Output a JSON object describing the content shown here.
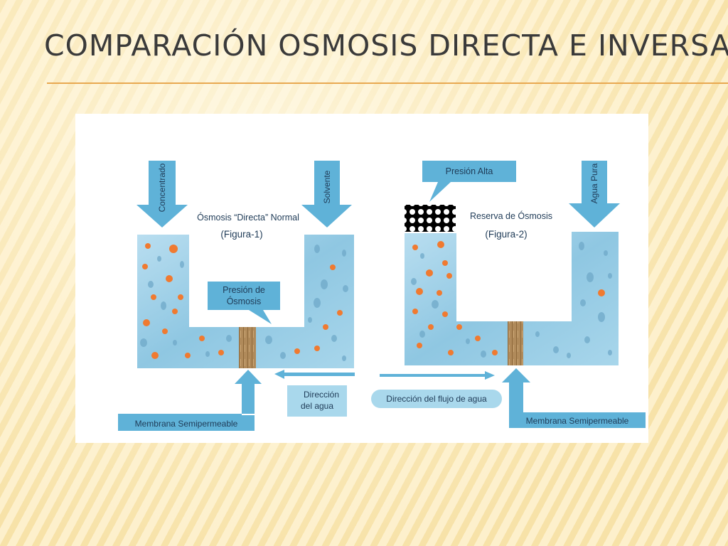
{
  "slide": {
    "title": "COMPARACIÓN OSMOSIS DIRECTA E INVERSA"
  },
  "figure1": {
    "caption_line1": "Ósmosis “Directa” Normal",
    "caption_line2": "(Figura-1)",
    "arrow_left_label": "Concentrado",
    "arrow_right_label": "Solvente",
    "bubble_line1": "Presión de",
    "bubble_line2": "Ósmosis",
    "direction_line1": "Dirección",
    "direction_line2": "del agua",
    "membrane_label": "Membrana Semipermeable"
  },
  "figure2": {
    "caption_line1": "Reserva de Ósmosis",
    "caption_line2": "(Figura-2)",
    "pressure_label": "Presión Alta",
    "arrow_right_label": "Agua Pura",
    "flow_label": "Dirección del flujo de agua",
    "membrane_label": "Membrana Semipermeable"
  },
  "colors": {
    "water": "#9ccfe6",
    "arrow": "#5fb2d8",
    "label_box": "#a9d8ec",
    "solute": "#f07a30",
    "membrane": "#b08a5a",
    "title_rule": "#e8a850"
  }
}
